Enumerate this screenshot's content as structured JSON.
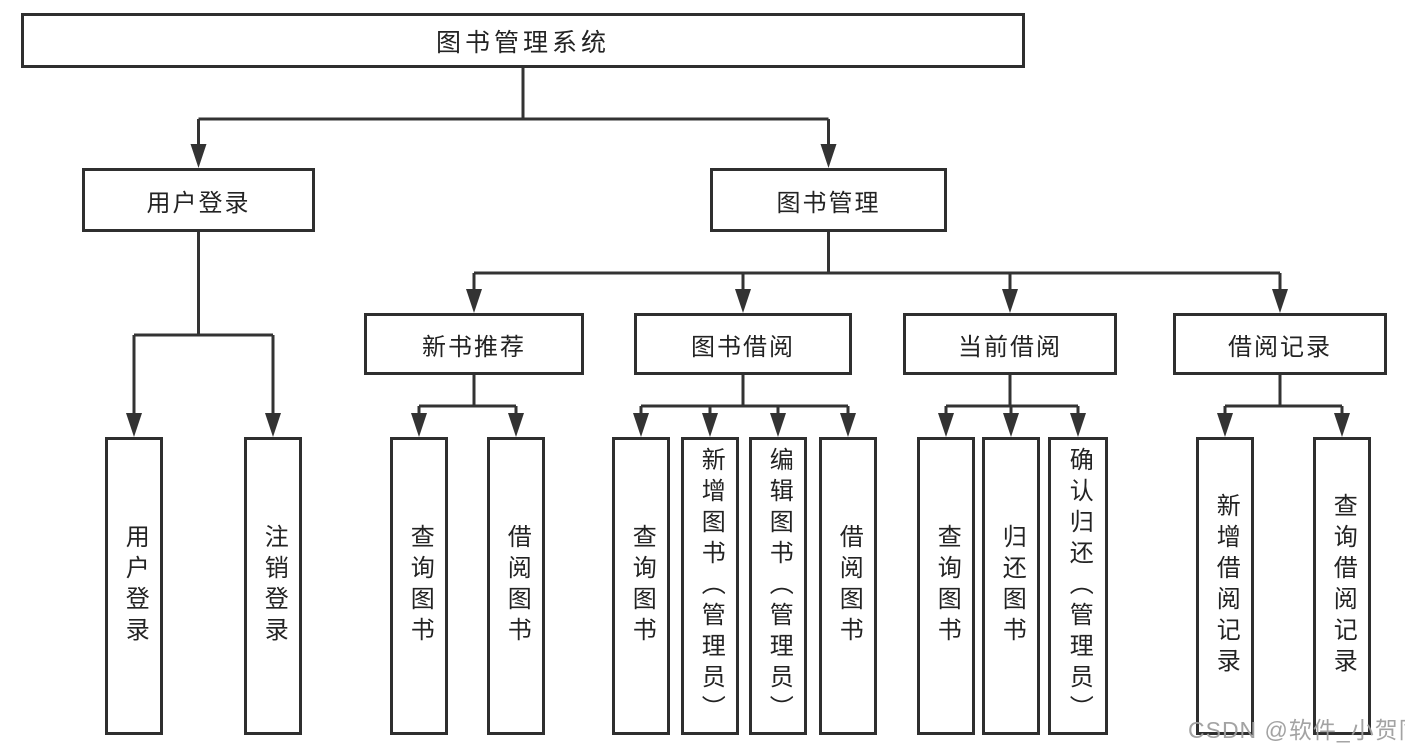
{
  "diagram": {
    "title": "图书管理系统",
    "root": {
      "label": "图书管理系统",
      "children": [
        {
          "label": "用户登录",
          "children": [
            {
              "label": "用户登录"
            },
            {
              "label": "注销登录"
            }
          ]
        },
        {
          "label": "图书管理",
          "children": [
            {
              "label": "新书推荐",
              "children": [
                {
                  "label": "查询图书"
                },
                {
                  "label": "借阅图书"
                }
              ]
            },
            {
              "label": "图书借阅",
              "children": [
                {
                  "label": "查询图书"
                },
                {
                  "label": "新增图书（管理员）"
                },
                {
                  "label": "编辑图书（管理员）"
                },
                {
                  "label": "借阅图书"
                }
              ]
            },
            {
              "label": "当前借阅",
              "children": [
                {
                  "label": "查询图书"
                },
                {
                  "label": "归还图书"
                },
                {
                  "label": "确认归还（管理员）"
                }
              ]
            },
            {
              "label": "借阅记录",
              "children": [
                {
                  "label": "新增借阅记录"
                },
                {
                  "label": "查询借阅记录"
                }
              ]
            }
          ]
        }
      ]
    }
  },
  "watermark": {
    "text": "CSDN @软件_小贺同学"
  },
  "colors": {
    "line": "#333333",
    "box_border": "#2f2f2f",
    "text": "#232323",
    "watermark": "#9e9e9e",
    "background": "#ffffff"
  }
}
